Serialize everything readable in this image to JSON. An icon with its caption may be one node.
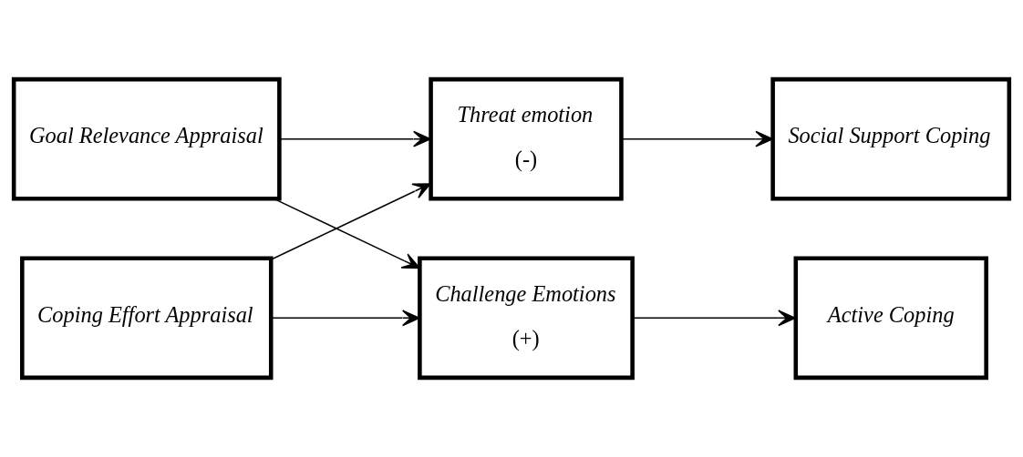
{
  "diagram": {
    "nodes": [
      {
        "text": [
          "Goal Relevance Appraisal"
        ]
      },
      {
        "text": [
          "Threat emotion",
          "(-)"
        ]
      },
      {
        "text": [
          "Social Support Coping"
        ]
      },
      {
        "text": [
          "Challenge Emotions",
          "(+)"
        ]
      },
      {
        "text": [
          "Coping Effort Appraisal"
        ]
      },
      {
        "text": [
          "Active Coping"
        ]
      }
    ],
    "edges": [
      {
        "from": 0,
        "to": 1,
        "arrow": "to"
      },
      {
        "from": 0,
        "to": 3,
        "arrow": "to"
      },
      {
        "from": 4,
        "to": 1,
        "arrow": "to"
      },
      {
        "from": 4,
        "to": 3,
        "arrow": "to"
      },
      {
        "from": 1,
        "to": 2,
        "arrow": "to"
      },
      {
        "from": 3,
        "to": 5,
        "arrow": "to"
      }
    ]
  }
}
